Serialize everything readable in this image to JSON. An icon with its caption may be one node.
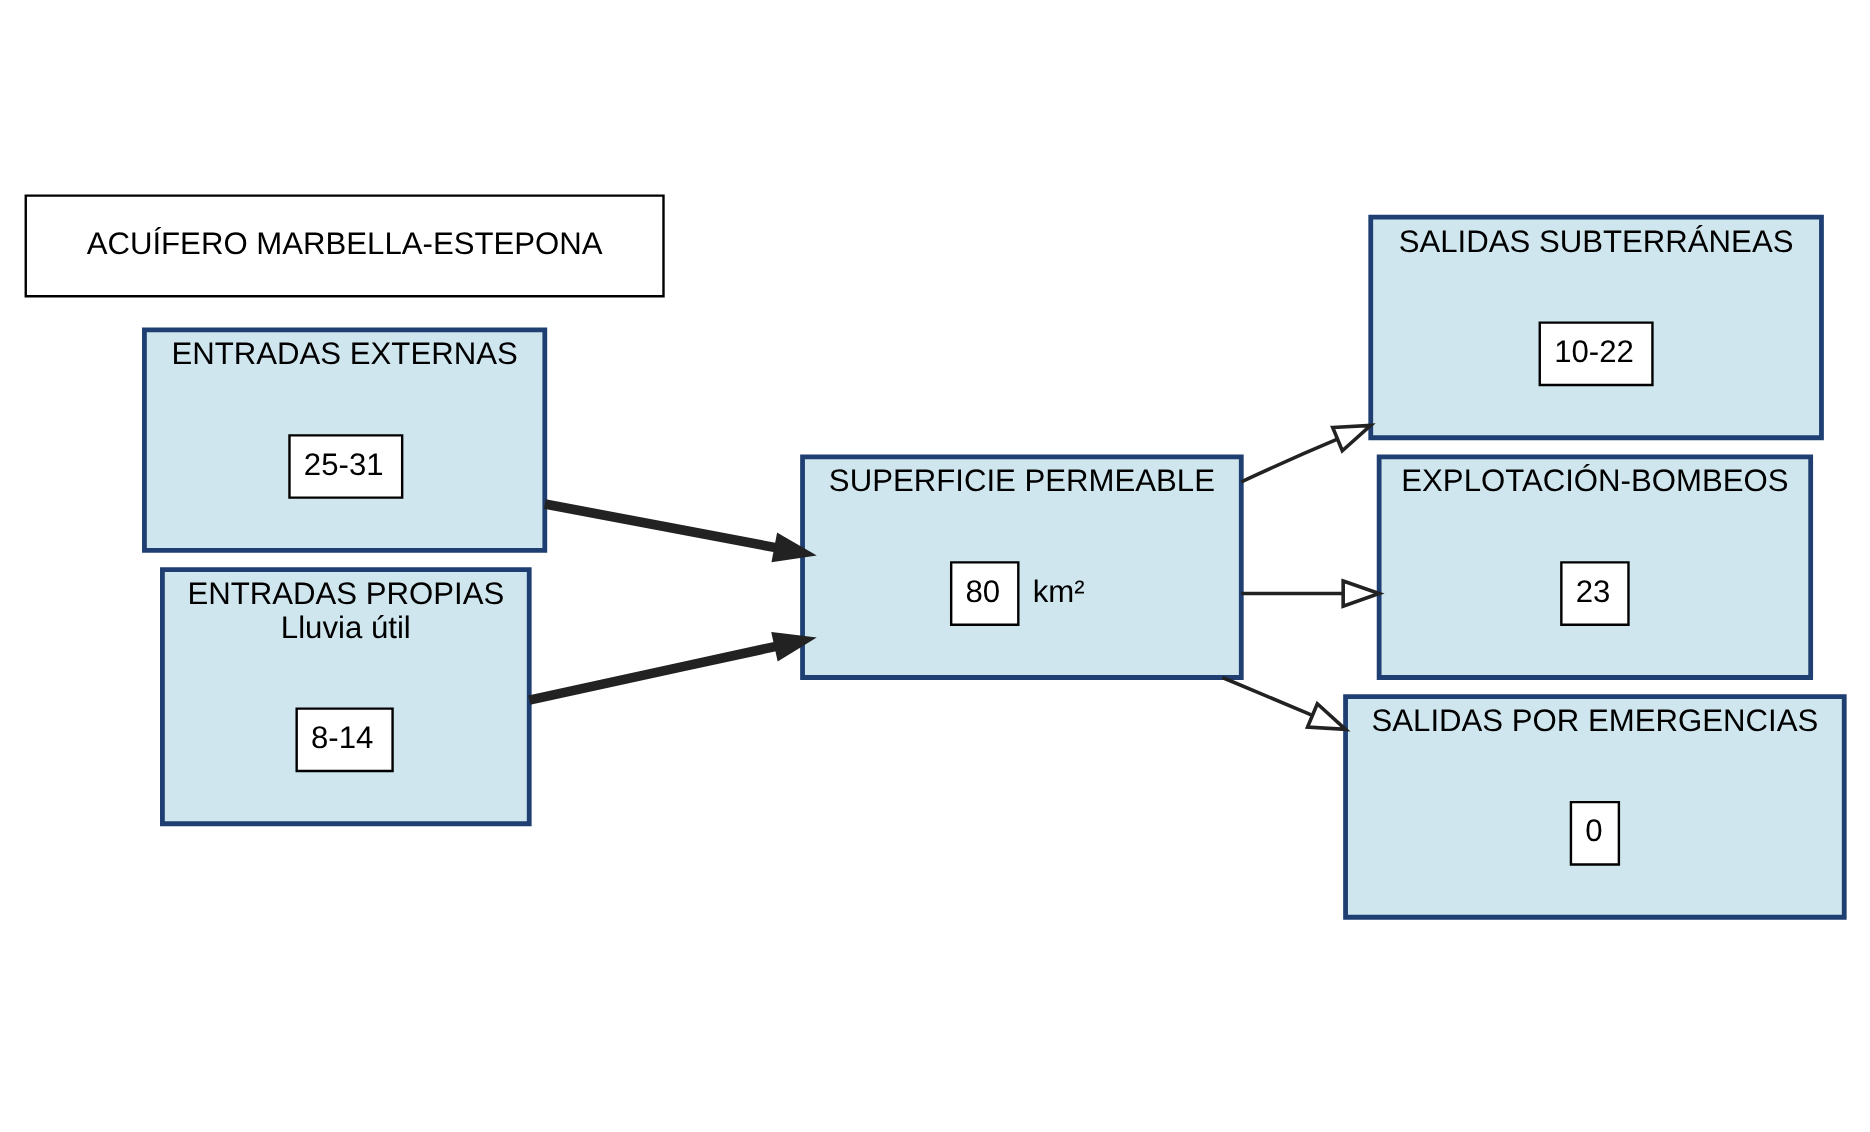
{
  "diagram": {
    "nodes": [
      {
        "text": [
          "ENTRADAS EXTERNAS"
        ]
      },
      {
        "text": [
          "25-31"
        ],
        "in": 0
      },
      {
        "text": [
          "ENTRADAS PROPIAS",
          "Lluvia útil"
        ]
      },
      {
        "text": [
          "8-14"
        ],
        "in": 2
      },
      {
        "text": [
          "SUPERFICIE PERMEABLE"
        ]
      },
      {
        "text": [
          "80"
        ],
        "in": 4,
        "beside": [
          "km²"
        ]
      },
      {
        "text": [
          "SALIDAS SUBTERRÁNEAS"
        ]
      },
      {
        "text": [
          "10-22"
        ],
        "in": 6
      },
      {
        "text": [
          "EXPLOTACIÓN-BOMBEOS"
        ]
      },
      {
        "text": [
          "23"
        ],
        "in": 8
      },
      {
        "text": [
          "SALIDAS POR EMERGENCIAS"
        ]
      },
      {
        "text": [
          "0"
        ],
        "in": 10
      },
      {
        "text": [
          "ACUÍFERO MARBELLA-ESTEPONA"
        ]
      }
    ],
    "edges": [
      {
        "from": 0,
        "to": 4,
        "arrow": "to",
        "style": "thick"
      },
      {
        "from": 2,
        "to": 4,
        "arrow": "to",
        "style": "thick"
      },
      {
        "from": 4,
        "to": 6,
        "arrow": "to"
      },
      {
        "from": 4,
        "to": 8,
        "arrow": "to"
      },
      {
        "from": 4,
        "to": 10,
        "arrow": "to"
      }
    ]
  }
}
